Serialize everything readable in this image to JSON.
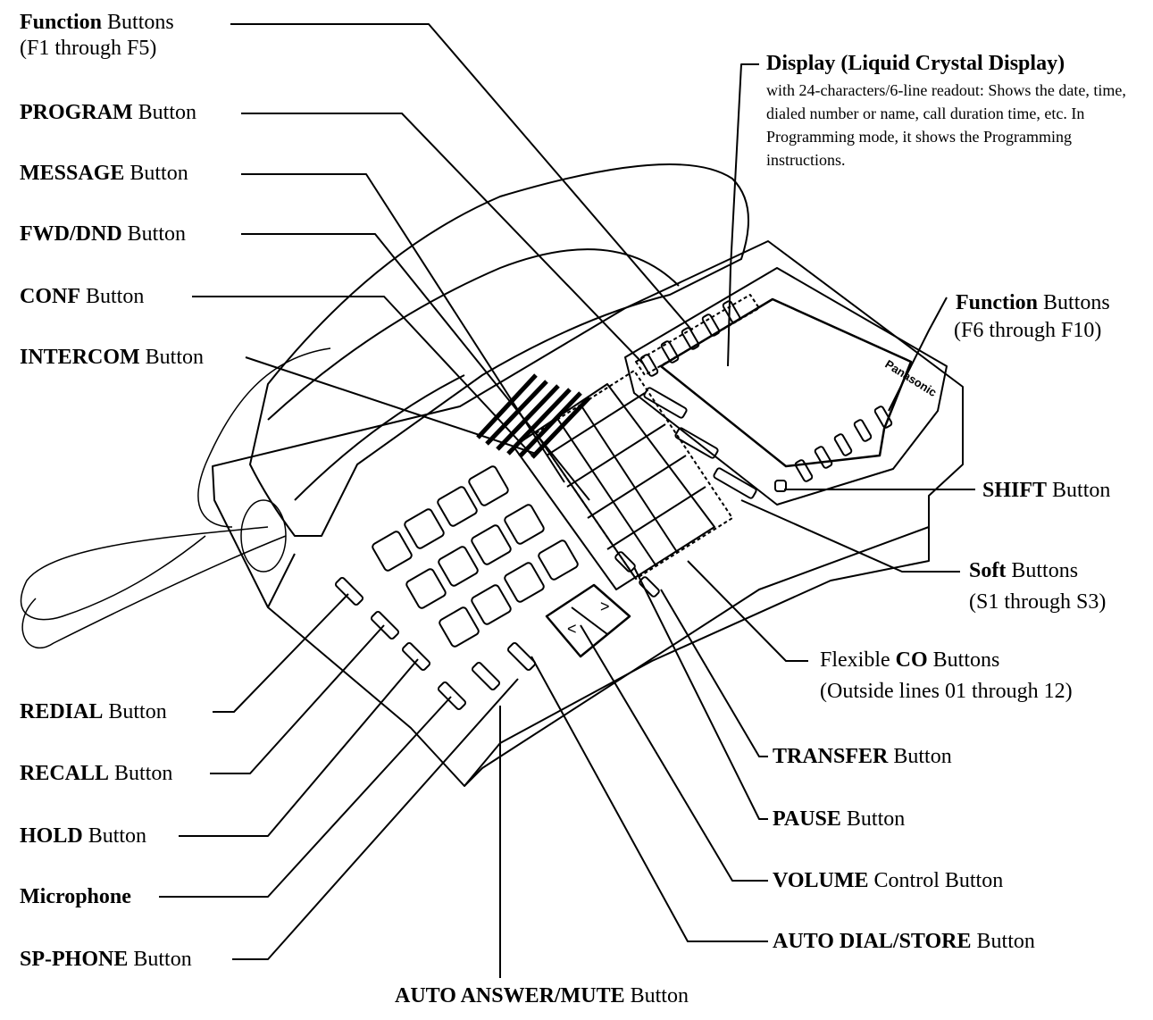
{
  "labels": {
    "function_left": {
      "bold": "Function",
      "rest": " Buttons",
      "sub": "(F1 through F5)"
    },
    "program": {
      "bold": "PROGRAM",
      "rest": " Button"
    },
    "message": {
      "bold": "MESSAGE",
      "rest": " Button"
    },
    "fwd_dnd": {
      "bold": "FWD/DND",
      "rest": " Button"
    },
    "conf": {
      "bold": "CONF",
      "rest": " Button"
    },
    "intercom": {
      "bold": "INTERCOM",
      "rest": " Button"
    },
    "redial": {
      "bold": "REDIAL",
      "rest": " Button"
    },
    "recall": {
      "bold": "RECALL",
      "rest": " Button"
    },
    "hold": {
      "bold": "HOLD",
      "rest": " Button"
    },
    "microphone": {
      "bold": "Microphone",
      "rest": ""
    },
    "sp_phone": {
      "bold": "SP-PHONE",
      "rest": " Button"
    },
    "auto_answer": {
      "bold": "AUTO ANSWER/MUTE",
      "rest": " Button"
    },
    "display": {
      "bold": "Display (Liquid Crystal Display)",
      "desc": "with 24-characters/6-line readout: Shows the date, time, dialed number or name, call duration time, etc.  In Programming mode, it shows the Programming instructions."
    },
    "function_right": {
      "bold": "Function",
      "rest": " Buttons",
      "sub": "(F6 through F10)"
    },
    "shift": {
      "bold": "SHIFT",
      "rest": " Button"
    },
    "soft": {
      "bold": "Soft",
      "rest": " Buttons",
      "sub": "(S1 through S3)"
    },
    "flexible_co": {
      "pre": "Flexible ",
      "bold": "CO",
      "rest": " Buttons",
      "sub": "(Outside lines 01 through 12)"
    },
    "transfer": {
      "bold": "TRANSFER",
      "rest": " Button"
    },
    "pause": {
      "bold": "PAUSE",
      "rest": " Button"
    },
    "volume": {
      "bold": "VOLUME",
      "rest": " Control Button"
    },
    "auto_dial": {
      "bold": "AUTO DIAL/STORE",
      "rest": " Button"
    }
  },
  "brand": "Panasonic",
  "colors": {
    "line": "#000000",
    "background": "#ffffff"
  }
}
